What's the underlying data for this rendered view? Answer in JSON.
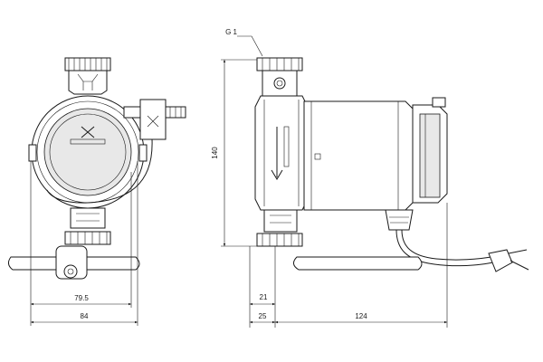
{
  "labels": {
    "thread": "G 1",
    "height": "140",
    "w_front_inner": "79.5",
    "w_front_outer": "84",
    "w_side_21": "21",
    "w_side_25": "25",
    "w_side_124": "124"
  },
  "colors": {
    "line": "#1a1a1a",
    "face": "#e8e8e8",
    "dark": "#3a3a3a"
  },
  "icons": {
    "brand_logo": "grundfos-x-logo"
  }
}
